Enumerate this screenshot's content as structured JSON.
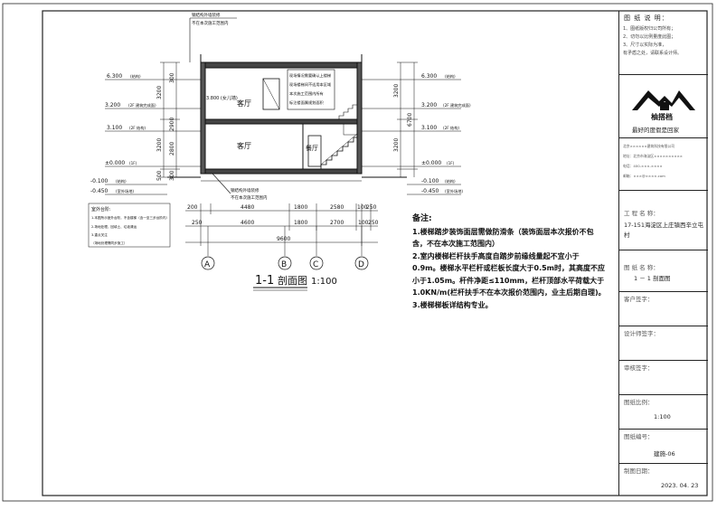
{
  "drawing": {
    "section_title": "1-1",
    "section_title_suffix": "剖面图",
    "section_scale": "1:100",
    "rooms": [
      "客厅",
      "客厅",
      "餐厅"
    ],
    "grid_axes": [
      "A",
      "B",
      "C",
      "D"
    ],
    "elevations_left": [
      {
        "value": "6.300",
        "note": "(结构)"
      },
      {
        "value": "3.200",
        "note": "(2F 建筑完成面)"
      },
      {
        "value": "3.100",
        "note": "(2F 结构)"
      },
      {
        "value": "±0.000",
        "note": "(1F)"
      },
      {
        "value": "-0.100",
        "note": "(结构)"
      },
      {
        "value": "-0.450",
        "note": "(室外场地)"
      }
    ],
    "elevations_right": [
      {
        "value": "6.300",
        "note": "(结构)"
      },
      {
        "value": "3.200",
        "note": "(2F 建筑完成面)"
      },
      {
        "value": "3.100",
        "note": "(2F 结构)"
      },
      {
        "value": "±0.000",
        "note": "(1F)"
      },
      {
        "value": "-0.100",
        "note": "(结构)"
      },
      {
        "value": "-0.450",
        "note": "(室外场地)"
      }
    ],
    "inner_elevation": "3.800 (女儿墙)",
    "left_dims": [
      "3200",
      "3200",
      "500"
    ],
    "left_dims_b": [
      "300",
      "2800",
      "300",
      "2900"
    ],
    "right_dims": [
      "3200",
      "3200",
      "6700"
    ],
    "horizontal_dims_1": [
      "200",
      "4480",
      "1800",
      "2580",
      "100",
      "250"
    ],
    "horizontal_dims_2": [
      "4600",
      "1800",
      "2700",
      "100"
    ],
    "horizontal_dims_3": [
      "250",
      "250"
    ],
    "overall_dim": "9600",
    "top_note_1": "钢结构外墙装修",
    "top_note_2": "不在本次施工范围内",
    "mid_note_1": "钢结构外墙装修",
    "mid_note_2": "不在本次施工范围内",
    "callout_lines": [
      "现场情况需要确认上楼梯",
      "现场楼梯间不适用本区域",
      "本次施工范围内所有",
      "标注楼面属规划面积"
    ],
    "left_notes_title": "室外台阶:",
    "left_notes": [
      "1.本图所示室外台阶，不含楼梯（含一至三步台阶内）",
      "2.场地处理、回填土、垃圾清运",
      "3.重点关注",
      "（场地处理需同步施工）"
    ],
    "notes_heading": "备注:",
    "notes": [
      "1.楼梯踏步装饰面层需做防滑条（装饰面层本次报价不包含，不在本次施工范围内）",
      "2.室内楼梯栏杆扶手高度自踏步前缘线量起不宜小于0.9m。楼梯水平栏杆或栏板长度大于0.5m时，其高度不应小于1.05m。杆件净距≤110mm，栏杆顶部水平荷载大于1.0KN/m(栏杆扶手不在本次报价范围内，业主后期自理)。",
      "3.楼梯梯板详结构专业。"
    ]
  },
  "title_block": {
    "header": "图 纸 说 明：",
    "notes": [
      "1、图纸版权归公司所有；",
      "2、切勿以比例量度此图；",
      "3、尺寸以实际为准，",
      "有矛盾之处，请联系设计师。"
    ],
    "logo_text": "柚搭档",
    "slogan": "最好的度假是回家",
    "company_lines": [
      "北京××××××建筑科技有限公司",
      "地址：北京市海淀区××××××××××",
      "电话：400-×××-××××",
      "邮箱：×××@××××.com"
    ],
    "project_label": "工 程 名 称：",
    "project_name": "17-151海淀区上庄镇西辛立屯村",
    "drawing_label": "图 纸 名 称：",
    "drawing_name": "1 － 1 剖面图",
    "client_label": "客户签字：",
    "designer_label": "设计师签字：",
    "reviewer_label": "审核签字：",
    "scale_label": "图纸比例：",
    "scale_value": "1:100",
    "number_label": "图纸编号：",
    "number_value": "建施-06",
    "date_label": "制图日期：",
    "date_value": "2023. 04. 23"
  }
}
